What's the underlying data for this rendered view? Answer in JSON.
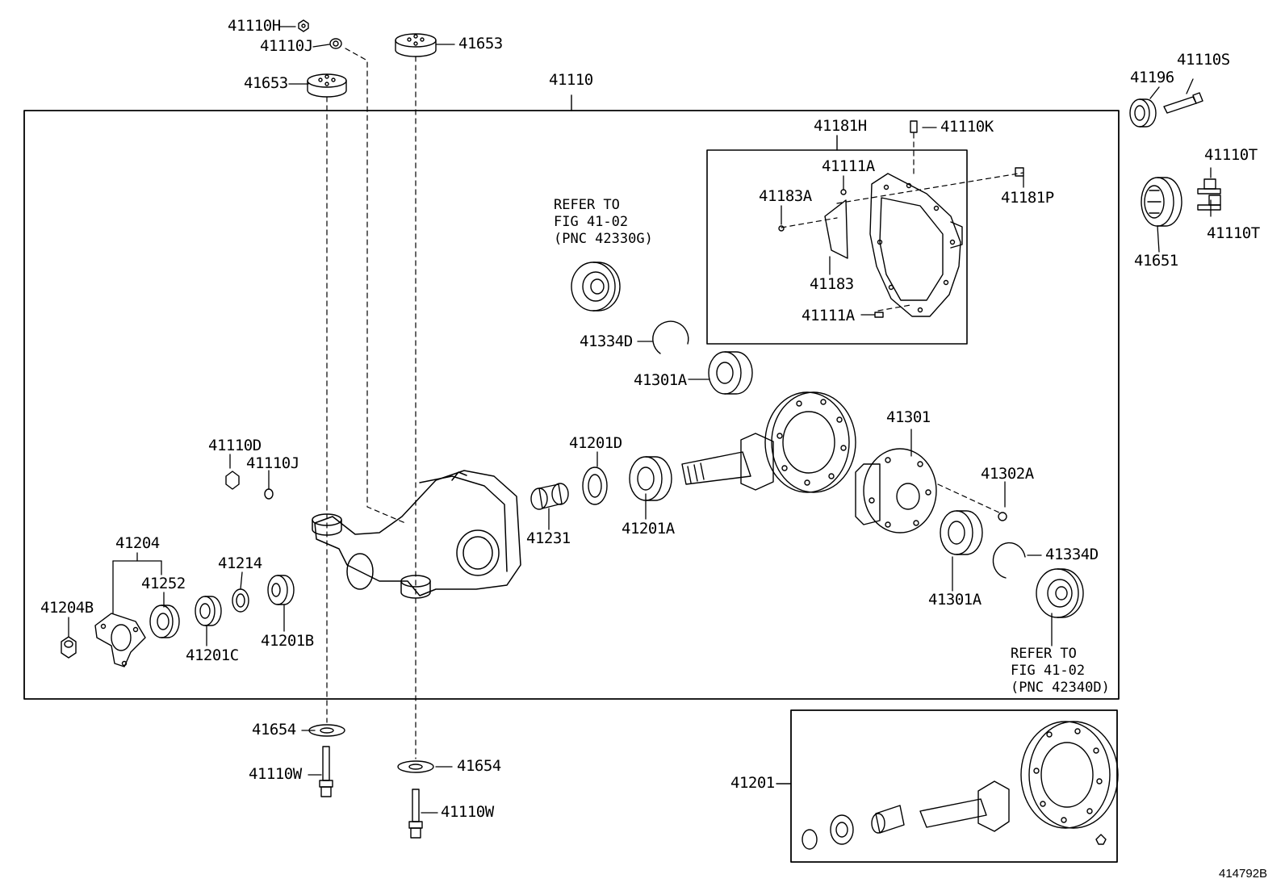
{
  "diagram_id": "414792B",
  "labels": {
    "p41110H": "41110H",
    "p41110J_top": "41110J",
    "p41653_top": "41653",
    "p41653_left": "41653",
    "p41110": "41110",
    "p41196": "41196",
    "p41110S": "41110S",
    "p41110T_a": "41110T",
    "p41110T_b": "41110T",
    "p41651": "41651",
    "p41181H": "41181H",
    "p41110K": "41110K",
    "p41111A_top": "41111A",
    "p41183A": "41183A",
    "p41181P": "41181P",
    "p41183": "41183",
    "p41111A_bot": "41111A",
    "p41334D_left": "41334D",
    "p41301A_top": "41301A",
    "p41301": "41301",
    "p41302A": "41302A",
    "p41334D_right": "41334D",
    "p41301A_bot": "41301A",
    "p41201D": "41201D",
    "p41201A": "41201A",
    "p41231": "41231",
    "p41110D": "41110D",
    "p41110J_mid": "41110J",
    "p41204": "41204",
    "p41252": "41252",
    "p41214": "41214",
    "p41204B": "41204B",
    "p41201C": "41201C",
    "p41201B": "41201B",
    "p41654_left": "41654",
    "p41654_right": "41654",
    "p41110W_left": "41110W",
    "p41110W_right": "41110W",
    "p41201": "41201"
  },
  "refs": {
    "top": {
      "line1": "REFER TO",
      "line2": "FIG 41-02",
      "line3": "(PNC 42330G)"
    },
    "bottom": {
      "line1": "REFER TO",
      "line2": "FIG 41-02",
      "line3": "(PNC 42340D)"
    }
  }
}
